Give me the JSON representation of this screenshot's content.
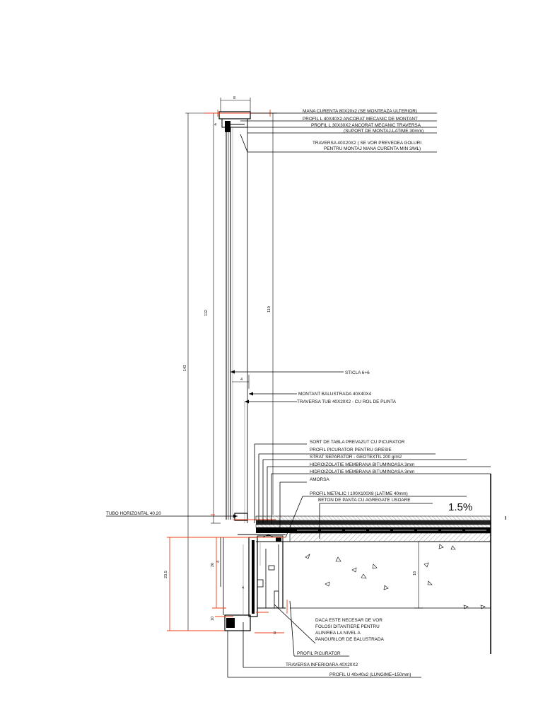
{
  "labels": {
    "mana_curenta": "MANA CURENTA  80X20x2 (SE MONTEAZA ULTERIOR)",
    "profil_l_40": "PROFIL L 40X40X2 ANCORAT MECANIC DE MONTANT",
    "profil_l_30": "PROFIL L 30X30X2 ANCORAT MECANIC TRAVERSA",
    "suport_montaj": "(SUPORT DE MONTAJ-LATIME 30mm)",
    "traversa_line1": "TRAVERSA 40X20X2 ( SE VOR PREVEDEA GOLURI",
    "traversa_line2": "PENTRU MONTAJ MANA CURENTA  MIN 3/ML)",
    "sticla": "STICLA 6+6",
    "montant": "MONTANT BALUSTRADA 40X40X4",
    "traversa_tub": "TRAVERSA TUB 40X20X2   - CU ROL DE PLINTA",
    "sort_tabla": "SORT DE TABLA PREVAZUT CU PICURATOR",
    "profil_picurator_gresie": "PROFIL PICURATOR PENTRU GRESIE",
    "strat_separator": "STRAT SEPARATOR  - GEOTEXTIL 200 g/m2",
    "hidro1": "HIDROIZOLATIE MEMBRANA BITUMINOASA 3mm",
    "hidro2": "HIDROIZOLATIE MEMBRANA BITUMINOASA 3mm",
    "amorsa": "AMORSA",
    "profil_metalic": "PROFIL METALIC I 100X100X8 (LATIME 40mm)",
    "beton_panta": "BETON DE PANTA CU AGREGATE USOARE",
    "slope": "1.5%",
    "tubo_horizontal": "TUBO HORIZONTAL 40.20",
    "daca_line1": "DACA ESTE NECESAR DE VOR",
    "daca_line2": "FOLOSI DITANTIERE PENTRU",
    "daca_line3": "ALINIREA LA NIVEL A",
    "daca_line4": "PANOURILOR DE BALUSTRADA",
    "profil_picurator": "PROFIL PICURATOR",
    "traversa_inferioara": "TRAVERSA INFERIOARA 40X20X2",
    "profil_u": "PROFIL U 40x40x2 (LUNGIME=150mm)"
  },
  "dimensions": {
    "total_height": "142",
    "glass_height": "112",
    "rail_height": "110",
    "top_width": "8",
    "top_small": "4",
    "glass_gap": "4",
    "lower_height": "23.5",
    "lower_inner": "26",
    "lower_small": "4",
    "slab": "16",
    "bottom_small": "10",
    "bottom_width": "8",
    "side_small": "4"
  },
  "colors": {
    "line": "#000000",
    "dimension": "#e8421a",
    "hatch": "#888888"
  }
}
